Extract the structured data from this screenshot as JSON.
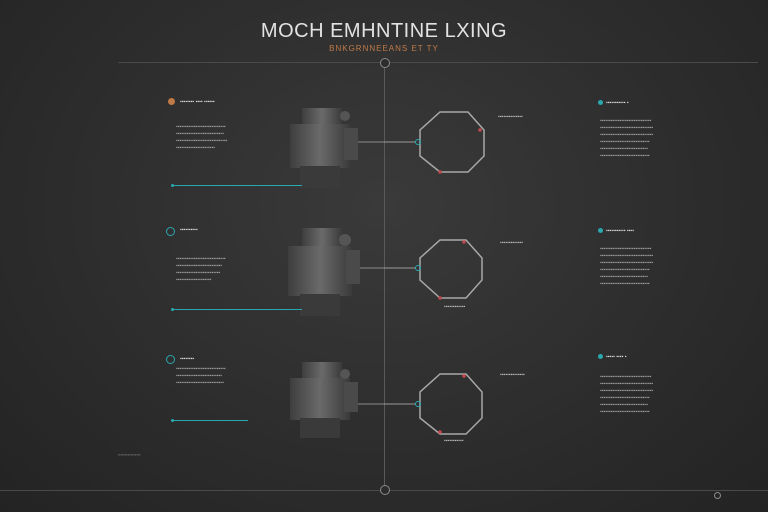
{
  "header": {
    "title": "MOCH EMHNTINE LXING",
    "subtitle": "BNKGRNNEEANS ET TY"
  },
  "colors": {
    "accent_cyan": "#2aa8b0",
    "accent_orange": "#c07a48",
    "marker_red": "#c0484e"
  },
  "rows": [
    {
      "left_heading": "▪▪▪▪▪▪▪▪ ▪▪▪▪ ▪▪▪▪▪▪",
      "left_text": "▪▪▪▪▪▪▪▪▪▪▪▪▪▪▪▪▪▪▪▪▪▪▪▪▪▪▪▪\n▪▪▪▪▪▪▪▪▪▪▪▪▪▪▪▪▪▪▪▪▪▪▪▪▪▪▪\n▪▪▪▪▪▪▪▪▪▪▪▪▪▪▪▪▪▪▪▪▪▪▪▪▪▪▪▪▪\n▪▪▪▪▪▪▪▪▪▪▪▪▪▪▪▪▪▪▪▪▪▪",
      "diagram_label_top": "▪▪▪▪▪▪▪▪▪▪▪▪▪▪",
      "diagram_label_bottom": "",
      "right_heading": "▪▪▪▪▪▪▪▪▪▪▪ ▪",
      "right_text": "▪▪▪▪▪▪▪▪▪▪▪▪▪▪▪▪▪▪▪▪▪▪▪▪▪▪▪▪▪\n▪▪▪▪▪▪▪▪▪▪▪▪▪▪▪▪▪▪▪▪▪▪▪▪▪▪▪▪▪▪\n▪▪▪▪▪▪▪▪▪▪▪▪▪▪▪▪▪▪▪▪▪▪▪▪▪▪▪▪▪▪\n▪▪▪▪▪▪▪▪▪▪▪▪▪▪▪▪▪▪▪▪▪▪▪▪▪▪▪▪\n▪▪▪▪▪▪▪▪▪▪▪▪▪▪▪▪▪▪▪▪▪▪▪▪▪▪▪\n▪▪▪▪▪▪▪▪▪▪▪▪▪▪▪▪▪▪▪▪▪▪▪▪▪▪▪▪"
    },
    {
      "left_heading": "▪▪▪▪▪▪▪▪▪▪",
      "left_text": "▪▪▪▪▪▪▪▪▪▪▪▪▪▪▪▪▪▪▪▪▪▪▪▪▪▪▪▪\n▪▪▪▪▪▪▪▪▪▪▪▪▪▪▪▪▪▪▪▪▪▪▪▪▪▪\n▪▪▪▪▪▪▪▪▪▪▪▪▪▪▪▪▪▪▪▪▪▪▪▪▪\n▪▪▪▪▪▪▪▪▪▪▪▪▪▪▪▪▪▪▪▪",
      "diagram_label_top": "▪▪▪▪▪▪▪▪▪▪▪▪▪",
      "diagram_label_bottom": "▪▪▪▪▪▪▪▪▪▪▪▪",
      "right_heading": "▪▪▪▪▪▪▪▪▪▪▪ ▪▪▪▪",
      "right_text": "▪▪▪▪▪▪▪▪▪▪▪▪▪▪▪▪▪▪▪▪▪▪▪▪▪▪▪▪▪\n▪▪▪▪▪▪▪▪▪▪▪▪▪▪▪▪▪▪▪▪▪▪▪▪▪▪▪▪▪▪\n▪▪▪▪▪▪▪▪▪▪▪▪▪▪▪▪▪▪▪▪▪▪▪▪▪▪▪▪▪▪\n▪▪▪▪▪▪▪▪▪▪▪▪▪▪▪▪▪▪▪▪▪▪▪▪▪▪▪▪\n▪▪▪▪▪▪▪▪▪▪▪▪▪▪▪▪▪▪▪▪▪▪▪▪▪▪▪\n▪▪▪▪▪▪▪▪▪▪▪▪▪▪▪▪▪▪▪▪▪▪▪▪▪▪▪▪"
    },
    {
      "left_heading": "▪▪▪▪▪▪▪▪",
      "left_text": "▪▪▪▪▪▪▪▪▪▪▪▪▪▪▪▪▪▪▪▪▪▪▪▪▪▪▪▪\n▪▪▪▪▪▪▪▪▪▪▪▪▪▪▪▪▪▪▪▪▪▪▪▪▪▪\n▪▪▪▪▪▪▪▪▪▪▪▪▪▪▪▪▪▪▪▪▪▪▪▪▪▪▪",
      "diagram_label_top": "▪▪▪▪▪▪▪▪▪▪▪▪▪▪",
      "diagram_label_bottom": "▪▪▪▪▪▪▪▪▪▪▪",
      "right_heading": "▪▪▪▪▪ ▪▪▪▪ ▪",
      "right_text": "▪▪▪▪▪▪▪▪▪▪▪▪▪▪▪▪▪▪▪▪▪▪▪▪▪▪▪▪▪\n▪▪▪▪▪▪▪▪▪▪▪▪▪▪▪▪▪▪▪▪▪▪▪▪▪▪▪▪▪▪\n▪▪▪▪▪▪▪▪▪▪▪▪▪▪▪▪▪▪▪▪▪▪▪▪▪▪▪▪▪▪\n▪▪▪▪▪▪▪▪▪▪▪▪▪▪▪▪▪▪▪▪▪▪▪▪▪▪▪▪\n▪▪▪▪▪▪▪▪▪▪▪▪▪▪▪▪▪▪▪▪▪▪▪▪▪▪▪\n▪▪▪▪▪▪▪▪▪▪▪▪▪▪▪▪▪▪▪▪▪▪▪▪▪▪▪▪"
    }
  ],
  "footer": {
    "note": "▪▪▪▪▪▪▪▪▪▪▪▪▪▪▪▪"
  }
}
